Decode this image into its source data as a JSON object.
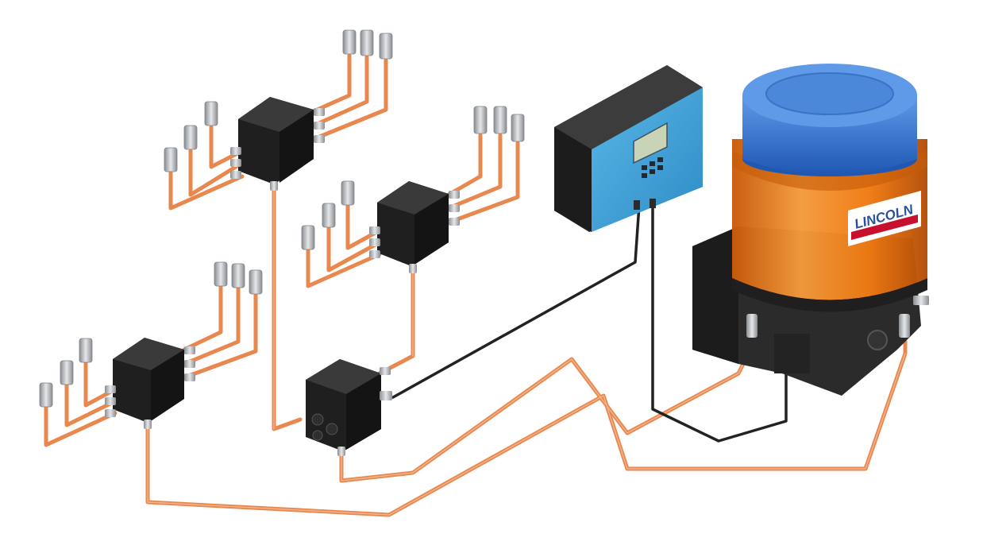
{
  "pump": {
    "brand_logo_text": "LINCOLN",
    "reservoir_color": "#f07a12",
    "cover_color": "#2f6fd0",
    "housing_color": "#2b2b2b"
  },
  "controller": {
    "panel_color": "#3aa0d8",
    "housing_color": "#2b2b2b",
    "display_color": "#c9d3b6"
  },
  "colors": {
    "tube": "#e8874e",
    "tube_highlight": "#f6b892",
    "cable": "#222222",
    "block": "#1f1f1f",
    "fitting": "#b9bcc0"
  },
  "components": [
    {
      "name": "lubrication-pump"
    },
    {
      "name": "control-unit"
    },
    {
      "name": "main-distributor-block"
    },
    {
      "name": "secondary-distributor-block-top"
    },
    {
      "name": "secondary-distributor-block-middle"
    },
    {
      "name": "secondary-distributor-block-left"
    }
  ]
}
